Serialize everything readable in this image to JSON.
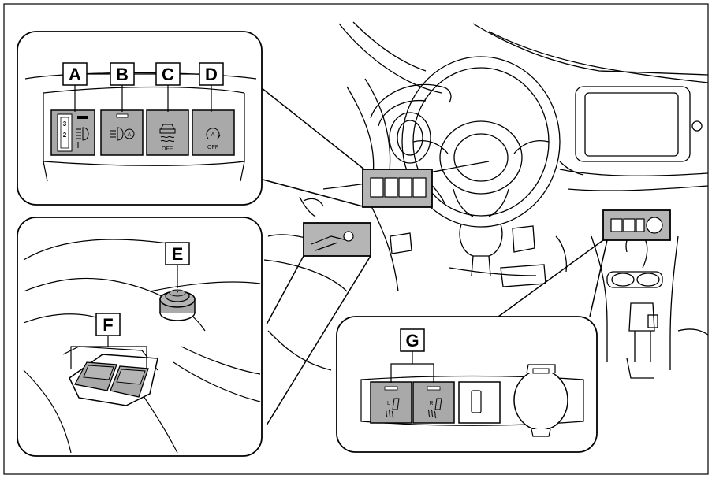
{
  "labels": {
    "a": "A",
    "b": "B",
    "c": "C",
    "d": "D",
    "e": "E",
    "f": "F",
    "g": "G"
  },
  "switch_text": {
    "a_level_3": "3",
    "a_level_2": "2",
    "c_off": "OFF",
    "d_off": "OFF",
    "g_left": "L",
    "g_right": "R"
  },
  "colors": {
    "line": "#000000",
    "switch_fill": "#a9a9a9",
    "highlight_fill": "#b5b5b5",
    "background": "#ffffff"
  },
  "icons": {
    "a": "headlight-leveling-icon",
    "b": "auto-high-beam-icon",
    "c": "vsc-off-icon",
    "d": "stop-start-off-icon",
    "e": "outside-mirror-knob-icon",
    "f": "power-window-switch-icon",
    "g": "seat-heater-icon"
  }
}
